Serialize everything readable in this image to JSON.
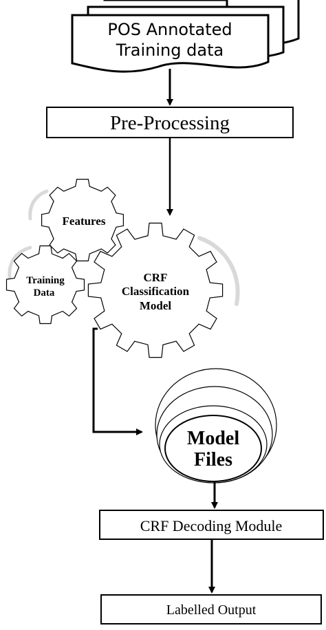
{
  "colors": {
    "line": "#000000",
    "gear_fill": "#ffffff",
    "swirl": "#d9d9d9",
    "background": "#ffffff"
  },
  "document_stack": {
    "line1": "POS Annotated",
    "line2": "Training data"
  },
  "preprocessing": {
    "label": "Pre-Processing"
  },
  "gears": {
    "features": "Features",
    "training_line1": "Training",
    "training_line2": "Data",
    "crf_line1": "CRF",
    "crf_line2": "Classification",
    "crf_line3": "Model"
  },
  "model_files": {
    "line1": "Model",
    "line2": "Files"
  },
  "decoding": {
    "label": "CRF Decoding Module"
  },
  "output": {
    "label": "Labelled Output"
  }
}
